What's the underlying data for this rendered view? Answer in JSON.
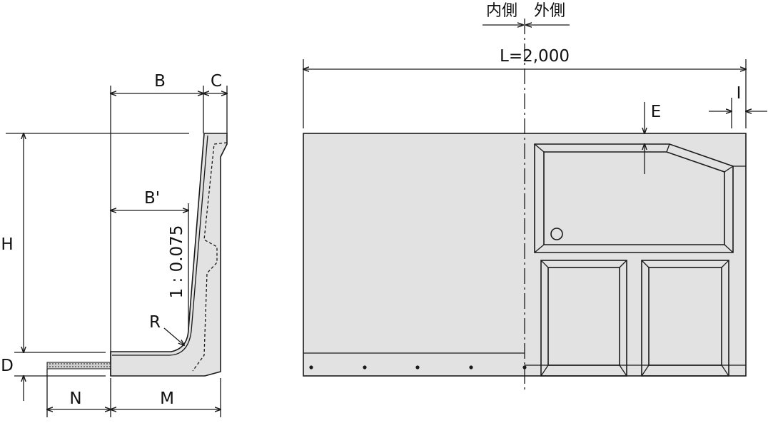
{
  "colors": {
    "fill": "#e2e2e2",
    "line": "#1a1a1a",
    "background": "#ffffff"
  },
  "section": {
    "labels": {
      "B": "B",
      "C": "C",
      "B_prime": "B'",
      "H": "H",
      "slope": "1 : 0.075",
      "R": "R",
      "D": "D",
      "N": "N",
      "M": "M"
    }
  },
  "elevation": {
    "labels": {
      "inner": "内側",
      "outer": "外側",
      "length": "L=2,000",
      "E": "E",
      "I": "I"
    }
  }
}
